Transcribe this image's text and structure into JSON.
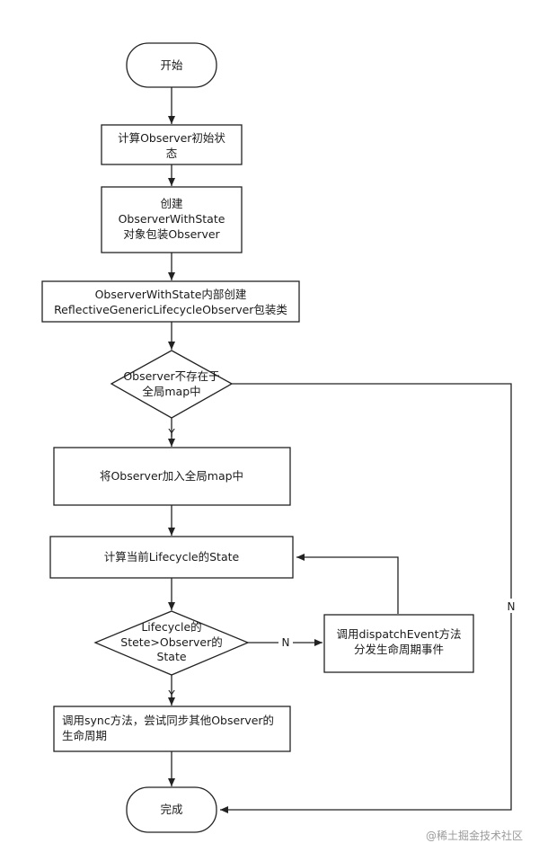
{
  "nodes": {
    "start": "开始",
    "compute_initial": [
      "计算Observer初始状",
      "态"
    ],
    "create_wrapper": [
      "创建",
      "ObserverWithState",
      "对象包装Observer"
    ],
    "create_reflective": [
      "ObserverWithState内部创建",
      "ReflectiveGenericLifecycleObserver包装类"
    ],
    "not_in_map": [
      "Observer不存在于",
      "全局map中"
    ],
    "add_to_map": "将Observer加入全局map中",
    "compute_state": "计算当前Lifecycle的State",
    "compare_state": [
      "Lifecycle的",
      "Stete>Observer的",
      "State"
    ],
    "dispatch_event": [
      "调用dispatchEvent方法",
      "分发生命周期事件"
    ],
    "sync": [
      "调用sync方法，尝试同步其他Observer的",
      "生命周期"
    ],
    "end": "完成"
  },
  "edge_labels": {
    "yes_1": "Y",
    "yes_2": "Y",
    "no_compare": "N",
    "no_map": "N"
  },
  "watermark": "@稀土掘金技术社区"
}
